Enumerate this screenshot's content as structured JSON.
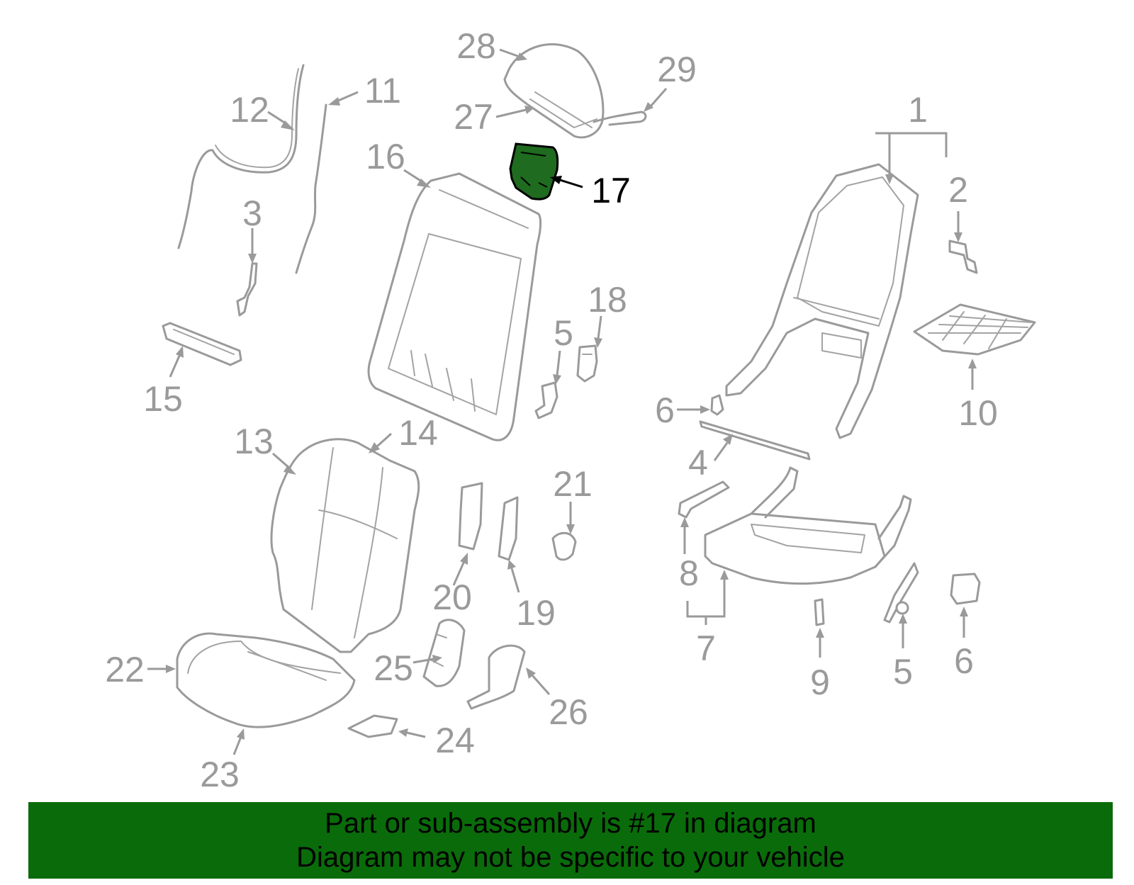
{
  "highlight": {
    "part_number": "17",
    "fill_color": "#1f6b1f",
    "label_color": "#000000"
  },
  "colors": {
    "line": "#9a9a9a",
    "banner_background": "#0a6b0a",
    "banner_text": "#000000"
  },
  "callouts": [
    {
      "key": "c1",
      "label": "1"
    },
    {
      "key": "c2",
      "label": "2"
    },
    {
      "key": "c3",
      "label": "3"
    },
    {
      "key": "c4",
      "label": "4"
    },
    {
      "key": "c5a",
      "label": "5"
    },
    {
      "key": "c5b",
      "label": "5"
    },
    {
      "key": "c6a",
      "label": "6"
    },
    {
      "key": "c6b",
      "label": "6"
    },
    {
      "key": "c7",
      "label": "7"
    },
    {
      "key": "c8",
      "label": "8"
    },
    {
      "key": "c9",
      "label": "9"
    },
    {
      "key": "c10",
      "label": "10"
    },
    {
      "key": "c11",
      "label": "11"
    },
    {
      "key": "c12",
      "label": "12"
    },
    {
      "key": "c13",
      "label": "13"
    },
    {
      "key": "c14",
      "label": "14"
    },
    {
      "key": "c15",
      "label": "15"
    },
    {
      "key": "c16",
      "label": "16"
    },
    {
      "key": "c17",
      "label": "17"
    },
    {
      "key": "c18",
      "label": "18"
    },
    {
      "key": "c19",
      "label": "19"
    },
    {
      "key": "c20",
      "label": "20"
    },
    {
      "key": "c21",
      "label": "21"
    },
    {
      "key": "c22",
      "label": "22"
    },
    {
      "key": "c23",
      "label": "23"
    },
    {
      "key": "c24",
      "label": "24"
    },
    {
      "key": "c25",
      "label": "25"
    },
    {
      "key": "c26",
      "label": "26"
    },
    {
      "key": "c27",
      "label": "27"
    },
    {
      "key": "c28",
      "label": "28"
    },
    {
      "key": "c29",
      "label": "29"
    }
  ],
  "banner": {
    "line1": "Part or sub-assembly is #17 in diagram",
    "line2": "Diagram may not be specific to your vehicle"
  }
}
